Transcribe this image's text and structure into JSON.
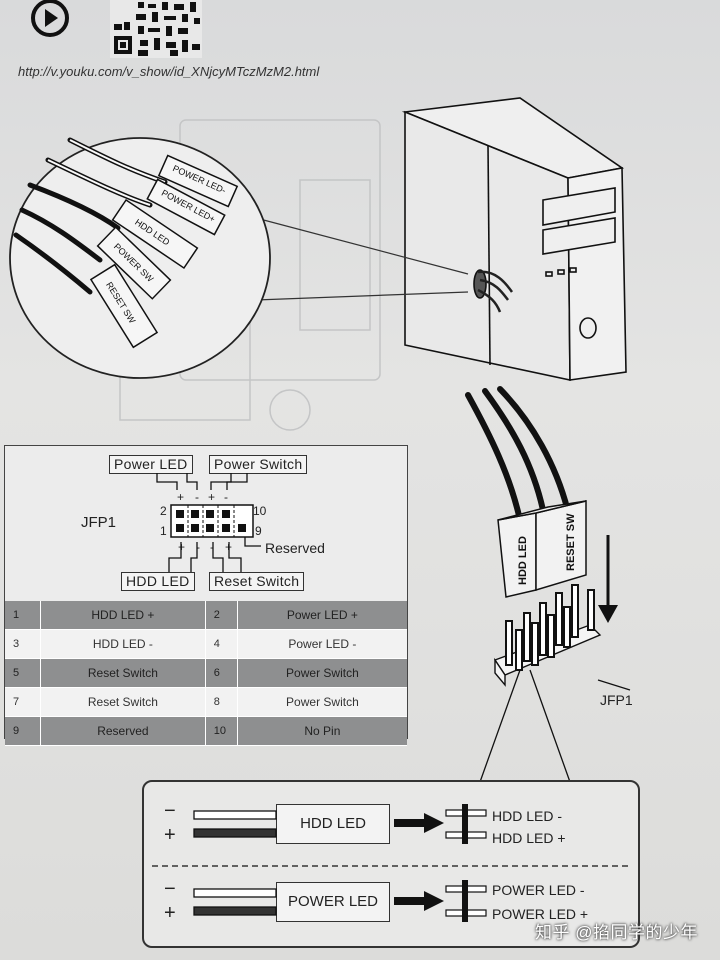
{
  "header": {
    "url": "http://v.youku.com/v_show/id_XNjcyMTczMzM2.html"
  },
  "cable_labels": [
    "POWER LED-",
    "POWER LED+",
    "HDD LED",
    "POWER SW",
    "RESET SW"
  ],
  "connector_labels": [
    "HDD LED",
    "RESET SW"
  ],
  "header_diagram": {
    "name": "JFP1",
    "top_labels": [
      "Power LED",
      "Power Switch"
    ],
    "bottom_labels": [
      "HDD LED",
      "Reset Switch"
    ],
    "reserved": "Reserved",
    "pin_numbers": {
      "top_left": "2",
      "bottom_left": "1",
      "top_right": "10",
      "bottom_right": "9"
    },
    "plus": "+",
    "minus": "-"
  },
  "pin_table": [
    {
      "a_num": "1",
      "a_name": "HDD LED +",
      "b_num": "2",
      "b_name": "Power LED +"
    },
    {
      "a_num": "3",
      "a_name": "HDD LED -",
      "b_num": "4",
      "b_name": "Power LED -"
    },
    {
      "a_num": "5",
      "a_name": "Reset Switch",
      "b_num": "6",
      "b_name": "Power Switch"
    },
    {
      "a_num": "7",
      "a_name": "Reset Switch",
      "b_num": "8",
      "b_name": "Power Switch"
    },
    {
      "a_num": "9",
      "a_name": "Reserved",
      "b_num": "10",
      "b_name": "No Pin"
    }
  ],
  "jfp1_label": "JFP1",
  "wiring": {
    "minus": "−",
    "plus": "+",
    "hdd_box": "HDD LED",
    "hdd_minus": "HDD LED -",
    "hdd_plus": "HDD LED +",
    "power_box": "POWER LED",
    "power_minus": "POWER LED -",
    "power_plus": "POWER LED +"
  },
  "watermark": "知乎 @掐同学的少年"
}
